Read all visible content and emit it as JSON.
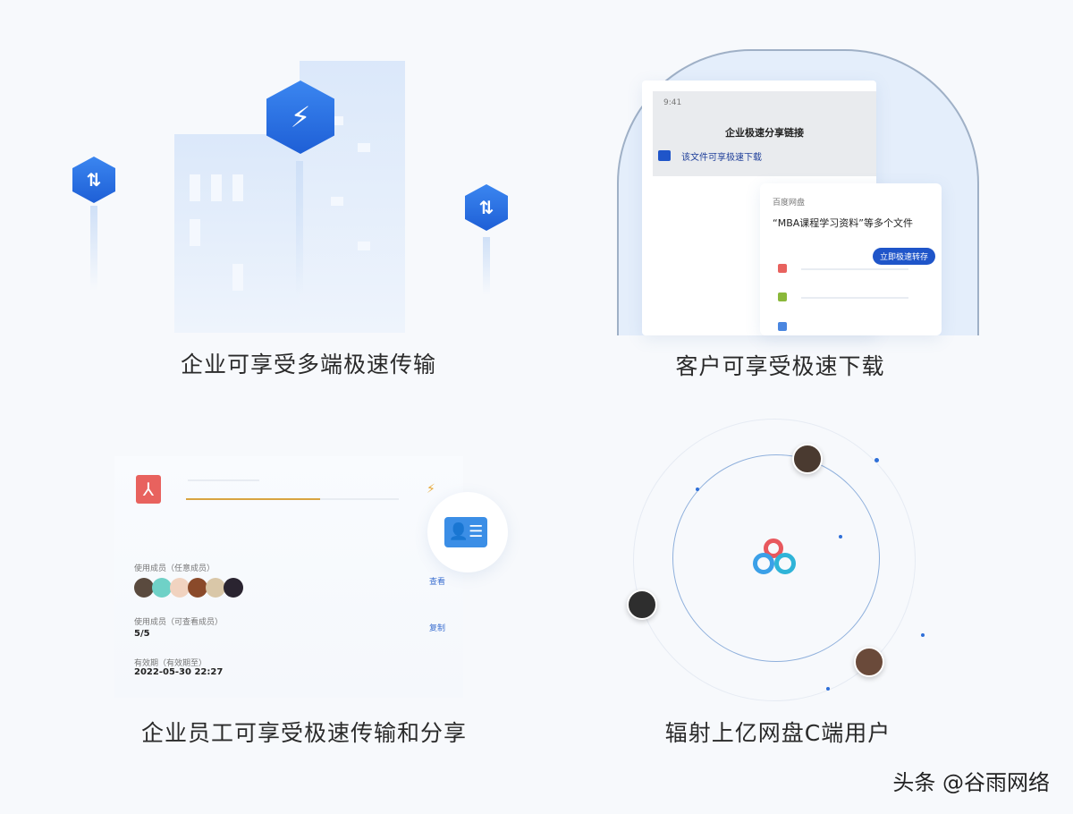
{
  "panels": [
    {
      "caption": "企业可享受多端极速传输"
    },
    {
      "caption": "客户可享受极速下载",
      "phone": {
        "status_time": "9:41",
        "title": "企业极速分享链接",
        "banner": "该文件可享极速下载"
      },
      "share_card": {
        "brand": "百度网盘",
        "files": "“MBA课程学习资料”等多个文件",
        "button": "立即极速转存"
      }
    },
    {
      "caption": "企业员工可享受极速传输和分享",
      "details": [
        {
          "label": "使用成员（任意成员）",
          "action": "查看"
        },
        {
          "label": "使用成员（可查看成员）",
          "value": "5/5",
          "action": "复制"
        },
        {
          "label": "有效期（有效期至）",
          "value": "2022-05-30 22:27"
        }
      ]
    },
    {
      "caption": "辐射上亿网盘C端用户"
    }
  ],
  "watermark": "头条 @谷雨网络",
  "colors": {
    "accent": "#2e6fd8",
    "pdf": "#e8625e",
    "progress": "#d9a441"
  },
  "icons": [
    "transfer-icon",
    "lightning-icon",
    "pdf-icon",
    "contact-card-icon",
    "baidu-netdisk-logo"
  ]
}
